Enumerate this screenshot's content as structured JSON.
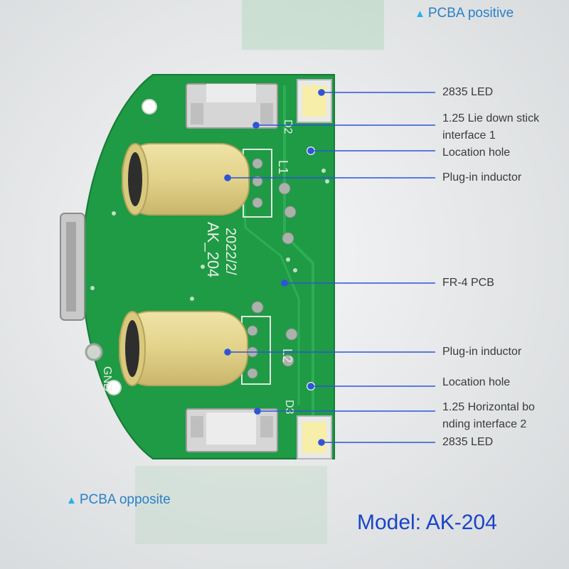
{
  "headers": {
    "top": "PCBA positive",
    "bottom": "PCBA opposite"
  },
  "model": "Model: AK-204",
  "callouts": [
    {
      "id": "led-top",
      "text": "2835 LED"
    },
    {
      "id": "interface-1",
      "lines": [
        "1.25 Lie down stick",
        "interface 1"
      ]
    },
    {
      "id": "location-hole-top",
      "text": "Location hole"
    },
    {
      "id": "inductor-top",
      "text": "Plug-in inductor"
    },
    {
      "id": "fr4",
      "text": "FR-4 PCB"
    },
    {
      "id": "inductor-bottom",
      "text": "Plug-in inductor"
    },
    {
      "id": "location-hole-bottom",
      "text": "Location hole"
    },
    {
      "id": "interface-2",
      "lines": [
        "1.25 Horizontal bo",
        "nding interface 2"
      ]
    },
    {
      "id": "led-bottom",
      "text": "2835 LED"
    }
  ],
  "silkscreen": {
    "model": "AK_204",
    "date": "2022/2/",
    "gnd": "GND",
    "l1": "L1",
    "l2": "L2",
    "d2": "D2",
    "d3": "D3"
  },
  "colors": {
    "pcb": "#1f9a45",
    "inductor": "#e4d690",
    "callout_line": "#2d55d8",
    "accent": "#25b3e8"
  },
  "icons": {
    "header_marker": "triangle-icon"
  }
}
